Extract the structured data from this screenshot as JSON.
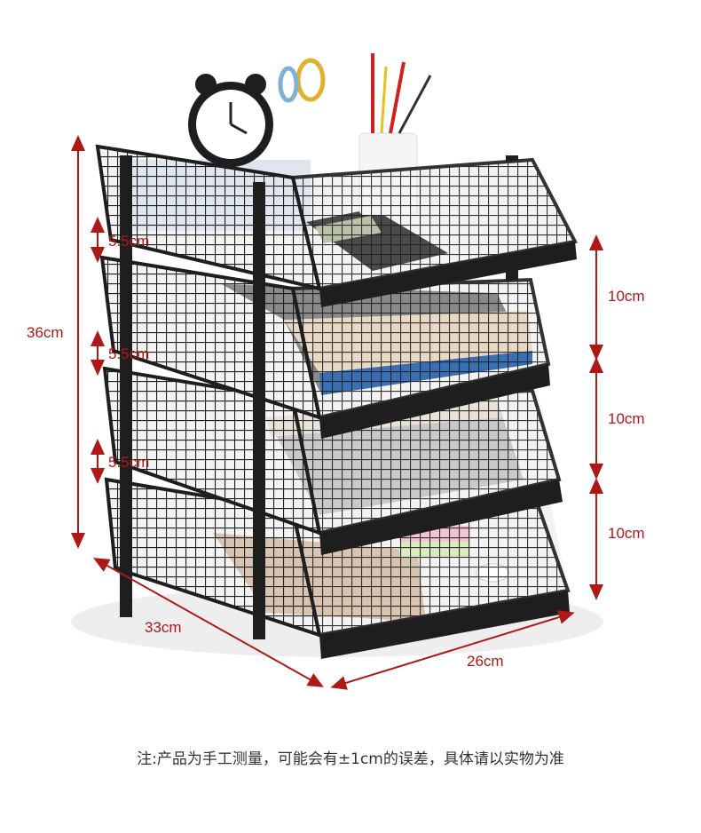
{
  "product": {
    "dimensions": {
      "height": "36cm",
      "width": "33cm",
      "depth": "26cm",
      "gap_1": "5.5cm",
      "gap_2": "5.5cm",
      "gap_3": "5.5cm",
      "tier_1": "10cm",
      "tier_2": "10cm",
      "tier_3": "10cm"
    },
    "note": "注:产品为手工测量，可能会有±1cm的误差，具体请以实物为准"
  },
  "colors": {
    "dimension": "#b01818",
    "frame": "#1e1e1e",
    "note_text": "#333333"
  }
}
